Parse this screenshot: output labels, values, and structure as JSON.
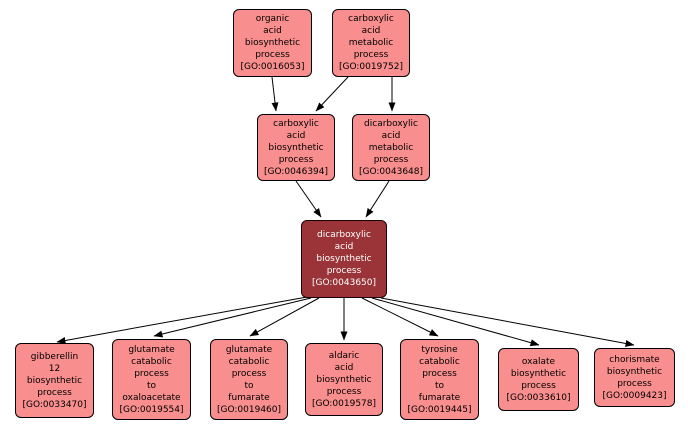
{
  "diagram": {
    "kind": "go-term-graph",
    "background_color": "#ffffff",
    "node_fill_color": "#f98e8e",
    "node_border_color": "#000000",
    "highlight_fill_color": "#9a3439",
    "highlight_text_color": "#ffffff",
    "edge_color": "#000000"
  },
  "nodes": [
    {
      "id": "GO:0016053",
      "label": "organic acid biosynthetic process [GO:0016053]",
      "lines": [
        "organic",
        "acid",
        "biosynthetic",
        "process",
        "[GO:0016053]"
      ],
      "highlighted": false
    },
    {
      "id": "GO:0019752",
      "label": "carboxylic acid metabolic process [GO:0019752]",
      "lines": [
        "carboxylic",
        "acid",
        "metabolic",
        "process",
        "[GO:0019752]"
      ],
      "highlighted": false
    },
    {
      "id": "GO:0046394",
      "label": "carboxylic acid biosynthetic process [GO:0046394]",
      "lines": [
        "carboxylic",
        "acid",
        "biosynthetic",
        "process",
        "[GO:0046394]"
      ],
      "highlighted": false
    },
    {
      "id": "GO:0043648",
      "label": "dicarboxylic acid metabolic process [GO:0043648]",
      "lines": [
        "dicarboxylic",
        "acid",
        "metabolic",
        "process",
        "[GO:0043648]"
      ],
      "highlighted": false
    },
    {
      "id": "GO:0043650",
      "label": "dicarboxylic acid biosynthetic process [GO:0043650]",
      "lines": [
        "dicarboxylic",
        "acid",
        "biosynthetic",
        "process",
        "[GO:0043650]"
      ],
      "highlighted": true
    },
    {
      "id": "GO:0033470",
      "label": "gibberellin 12 biosynthetic process [GO:0033470]",
      "lines": [
        "gibberellin",
        "12",
        "biosynthetic",
        "process",
        "[GO:0033470]"
      ],
      "highlighted": false
    },
    {
      "id": "GO:0019554",
      "label": "glutamate catabolic process to oxaloacetate [GO:0019554]",
      "lines": [
        "glutamate",
        "catabolic",
        "process",
        "to",
        "oxaloacetate",
        "[GO:0019554]"
      ],
      "highlighted": false
    },
    {
      "id": "GO:0019460",
      "label": "glutamate catabolic process to fumarate [GO:0019460]",
      "lines": [
        "glutamate",
        "catabolic",
        "process",
        "to",
        "fumarate",
        "[GO:0019460]"
      ],
      "highlighted": false
    },
    {
      "id": "GO:0019578",
      "label": "aldaric acid biosynthetic process [GO:0019578]",
      "lines": [
        "aldaric",
        "acid",
        "biosynthetic",
        "process",
        "[GO:0019578]"
      ],
      "highlighted": false
    },
    {
      "id": "GO:0019445",
      "label": "tyrosine catabolic process to fumarate [GO:0019445]",
      "lines": [
        "tyrosine",
        "catabolic",
        "process",
        "to",
        "fumarate",
        "[GO:0019445]"
      ],
      "highlighted": false
    },
    {
      "id": "GO:0033610",
      "label": "oxalate biosynthetic process [GO:0033610]",
      "lines": [
        "oxalate",
        "biosynthetic",
        "process",
        "[GO:0033610]"
      ],
      "highlighted": false
    },
    {
      "id": "GO:0009423",
      "label": "chorismate biosynthetic process [GO:0009423]",
      "lines": [
        "chorismate",
        "biosynthetic",
        "process",
        "[GO:0009423]"
      ],
      "highlighted": false
    }
  ],
  "edges": [
    {
      "from": "GO:0016053",
      "to": "GO:0046394"
    },
    {
      "from": "GO:0019752",
      "to": "GO:0046394"
    },
    {
      "from": "GO:0019752",
      "to": "GO:0043648"
    },
    {
      "from": "GO:0046394",
      "to": "GO:0043650"
    },
    {
      "from": "GO:0043648",
      "to": "GO:0043650"
    },
    {
      "from": "GO:0043650",
      "to": "GO:0033470"
    },
    {
      "from": "GO:0043650",
      "to": "GO:0019554"
    },
    {
      "from": "GO:0043650",
      "to": "GO:0019460"
    },
    {
      "from": "GO:0043650",
      "to": "GO:0019578"
    },
    {
      "from": "GO:0043650",
      "to": "GO:0019445"
    },
    {
      "from": "GO:0043650",
      "to": "GO:0033610"
    },
    {
      "from": "GO:0043650",
      "to": "GO:0009423"
    }
  ]
}
